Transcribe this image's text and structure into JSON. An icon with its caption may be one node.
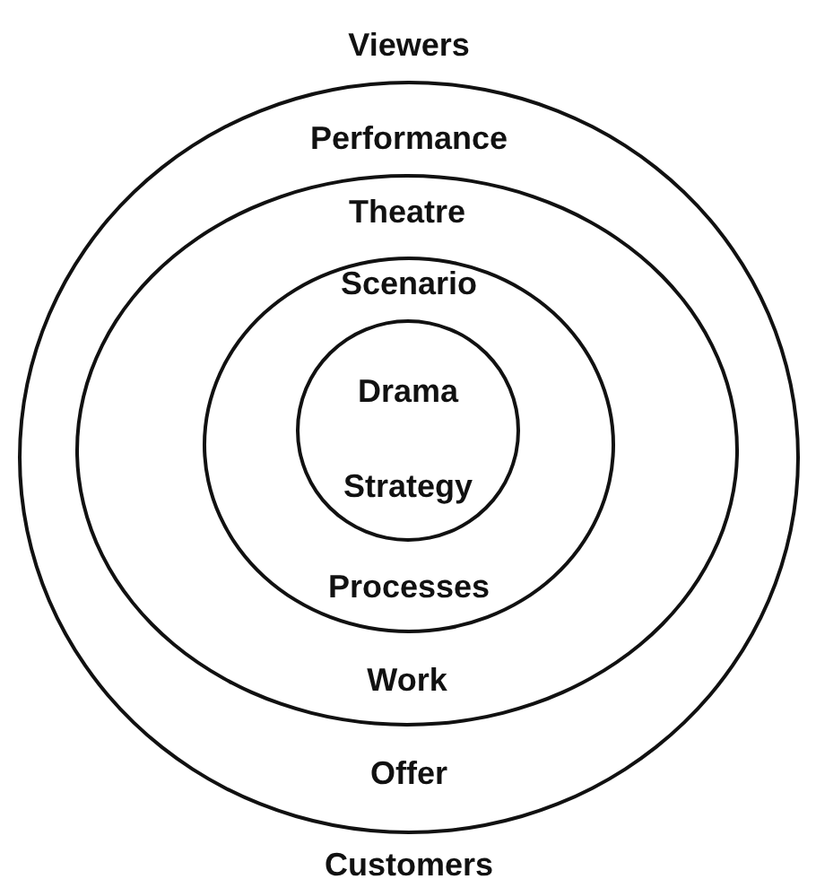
{
  "diagram": {
    "nodes": [
      {
        "text": [
          "Performance",
          "Offer"
        ]
      },
      {
        "text": [
          "Theatre",
          "Work"
        ],
        "in": 0
      },
      {
        "text": [
          "Scenario",
          "Processes"
        ],
        "in": 1
      },
      {
        "text": [
          "Drama",
          "Strategy"
        ],
        "in": 2
      }
    ],
    "labels": [
      "Viewers",
      "Customers"
    ]
  }
}
